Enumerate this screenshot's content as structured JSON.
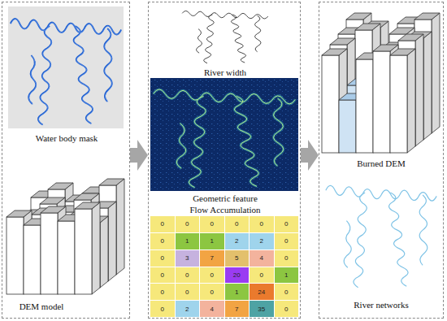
{
  "diagram": {
    "nodes": [
      {
        "text": [
          "Water body mask",
          "DEM model"
        ]
      },
      {
        "text": [
          "River width",
          "Geometric feature",
          "Flow Accumulation"
        ]
      },
      {
        "text": [
          "Burned DEM",
          "River networks"
        ]
      }
    ],
    "edges": [
      {
        "from": 0,
        "to": 1,
        "arrow": "to"
      },
      {
        "from": 1,
        "to": 2,
        "arrow": "to"
      }
    ],
    "labels": [
      "0",
      "0",
      "0",
      "0",
      "0",
      "0",
      "0",
      "1",
      "1",
      "2",
      "2",
      "0",
      "0",
      "3",
      "7",
      "5",
      "4",
      "0",
      "0",
      "0",
      "0",
      "20",
      "0",
      "1",
      "0",
      "0",
      "0",
      "1",
      "24",
      "0",
      "0",
      "2",
      "4",
      "7",
      "35",
      "0"
    ]
  }
}
